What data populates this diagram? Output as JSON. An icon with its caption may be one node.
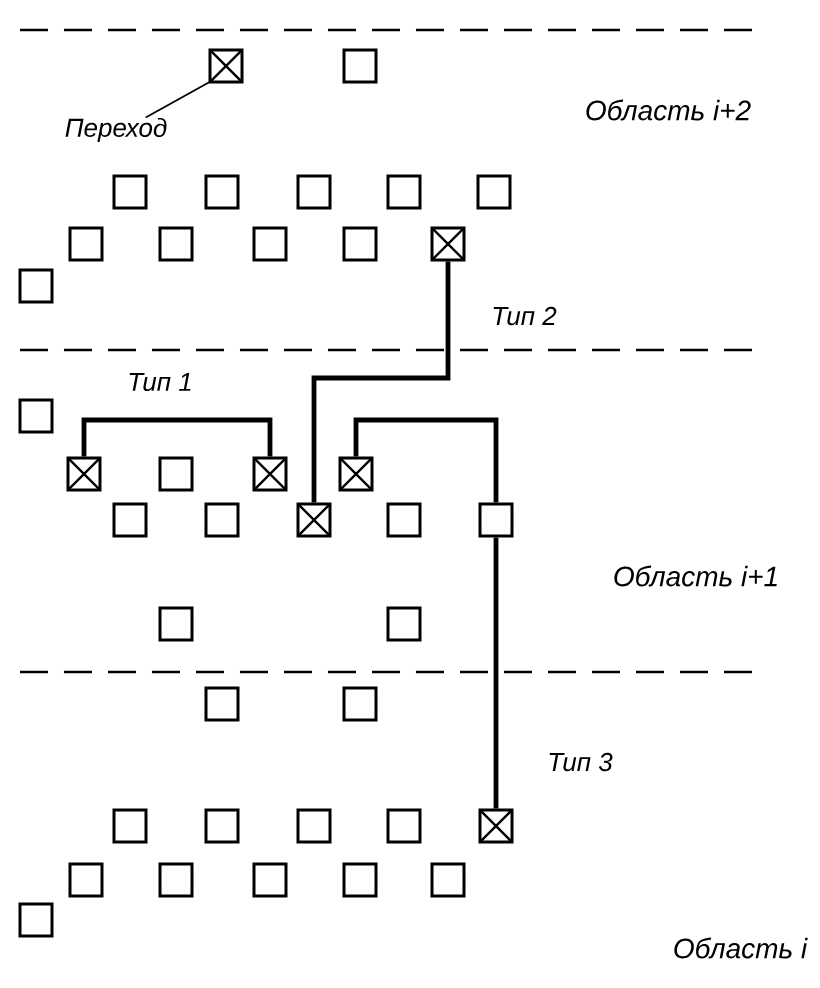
{
  "diagram": {
    "nodes": [
      {
        "text": [],
        "shape": "via"
      },
      {
        "text": [],
        "shape": "box"
      },
      {
        "text": [
          "Переход"
        ]
      },
      {
        "text": [],
        "shape": "box"
      },
      {
        "text": [],
        "shape": "box"
      },
      {
        "text": [],
        "shape": "box"
      },
      {
        "text": [],
        "shape": "box"
      },
      {
        "text": [],
        "shape": "box"
      },
      {
        "text": [],
        "shape": "box"
      },
      {
        "text": [],
        "shape": "box"
      },
      {
        "text": [],
        "shape": "box"
      },
      {
        "text": [],
        "shape": "box"
      },
      {
        "text": [],
        "shape": "via"
      },
      {
        "text": [],
        "shape": "box"
      },
      {
        "text": [],
        "shape": "box"
      },
      {
        "text": [],
        "shape": "via"
      },
      {
        "text": [],
        "shape": "box"
      },
      {
        "text": [],
        "shape": "via"
      },
      {
        "text": [],
        "shape": "via"
      },
      {
        "text": [],
        "shape": "box"
      },
      {
        "text": [],
        "shape": "box"
      },
      {
        "text": [],
        "shape": "via"
      },
      {
        "text": [],
        "shape": "box"
      },
      {
        "text": [],
        "shape": "box"
      },
      {
        "text": [],
        "shape": "box"
      },
      {
        "text": [],
        "shape": "box"
      },
      {
        "text": [],
        "shape": "box"
      },
      {
        "text": [],
        "shape": "box"
      },
      {
        "text": [],
        "shape": "box"
      },
      {
        "text": [],
        "shape": "box"
      },
      {
        "text": [],
        "shape": "box"
      },
      {
        "text": [],
        "shape": "box"
      },
      {
        "text": [],
        "shape": "via"
      },
      {
        "text": [],
        "shape": "box"
      },
      {
        "text": [],
        "shape": "box"
      },
      {
        "text": [],
        "shape": "box"
      },
      {
        "text": [],
        "shape": "box"
      },
      {
        "text": [],
        "shape": "box"
      },
      {
        "text": [],
        "shape": "box"
      }
    ],
    "edges": [
      {
        "from": 2,
        "to": 0,
        "arrow": "none"
      },
      {
        "from": 15,
        "to": 17,
        "arrow": "none",
        "label": "Тип 1"
      },
      {
        "from": 12,
        "to": 21,
        "arrow": "none",
        "label": "Тип 2"
      },
      {
        "from": 18,
        "to": 23,
        "arrow": "none"
      },
      {
        "from": 23,
        "to": 32,
        "arrow": "none",
        "label": "Тип 3"
      }
    ],
    "labels": [
      "Область i+2",
      "Область i+1",
      "Область i"
    ]
  }
}
